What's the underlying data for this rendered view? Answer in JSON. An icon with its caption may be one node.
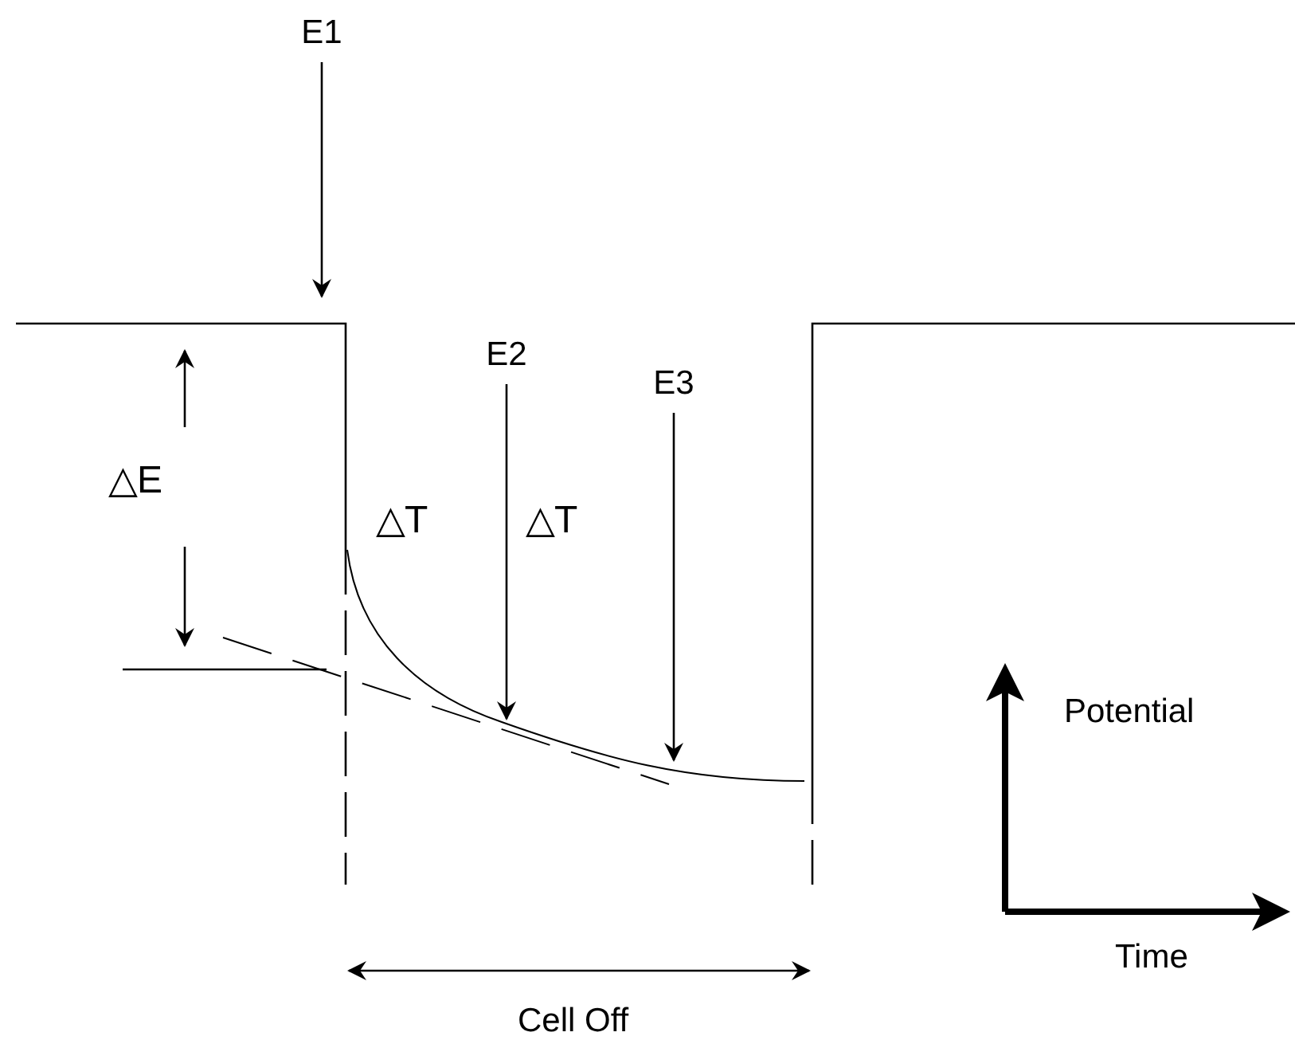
{
  "diagram": {
    "nodes": [
      {
        "text": [
          "E1"
        ]
      },
      {
        "text": [
          "E2"
        ]
      },
      {
        "text": [
          "E3"
        ]
      }
    ],
    "edges": [
      {
        "from": 0,
        "to": null,
        "arrow": "to"
      },
      {
        "from": 1,
        "to": null,
        "arrow": "to"
      },
      {
        "from": 2,
        "to": null,
        "arrow": "to"
      }
    ],
    "labels": [
      "△E",
      "△T",
      "△T",
      "Potential",
      "Cell Off",
      "Time"
    ]
  }
}
